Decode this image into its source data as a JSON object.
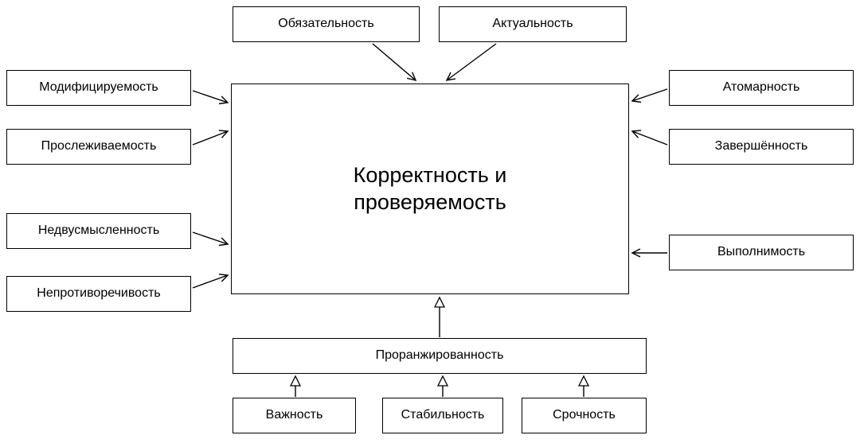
{
  "diagram": {
    "title": "Requirements quality attributes diagram",
    "center": {
      "label": "Корректность и проверяемость"
    },
    "top": [
      {
        "label": "Обязательность"
      },
      {
        "label": "Актуальность"
      }
    ],
    "left": [
      {
        "label": "Модифицируемость"
      },
      {
        "label": "Прослеживаемость"
      },
      {
        "label": "Недвусмысленность"
      },
      {
        "label": "Непротиворечивость"
      }
    ],
    "right": [
      {
        "label": "Атомарность"
      },
      {
        "label": "Завершённость"
      },
      {
        "label": "Выполнимость"
      }
    ],
    "bottom": {
      "label": "Проранжированность"
    },
    "sub": [
      {
        "label": "Важность"
      },
      {
        "label": "Стабильность"
      },
      {
        "label": "Срочность"
      }
    ]
  },
  "colors": {
    "border": "#000000",
    "background": "#ffffff",
    "text": "#000000"
  }
}
